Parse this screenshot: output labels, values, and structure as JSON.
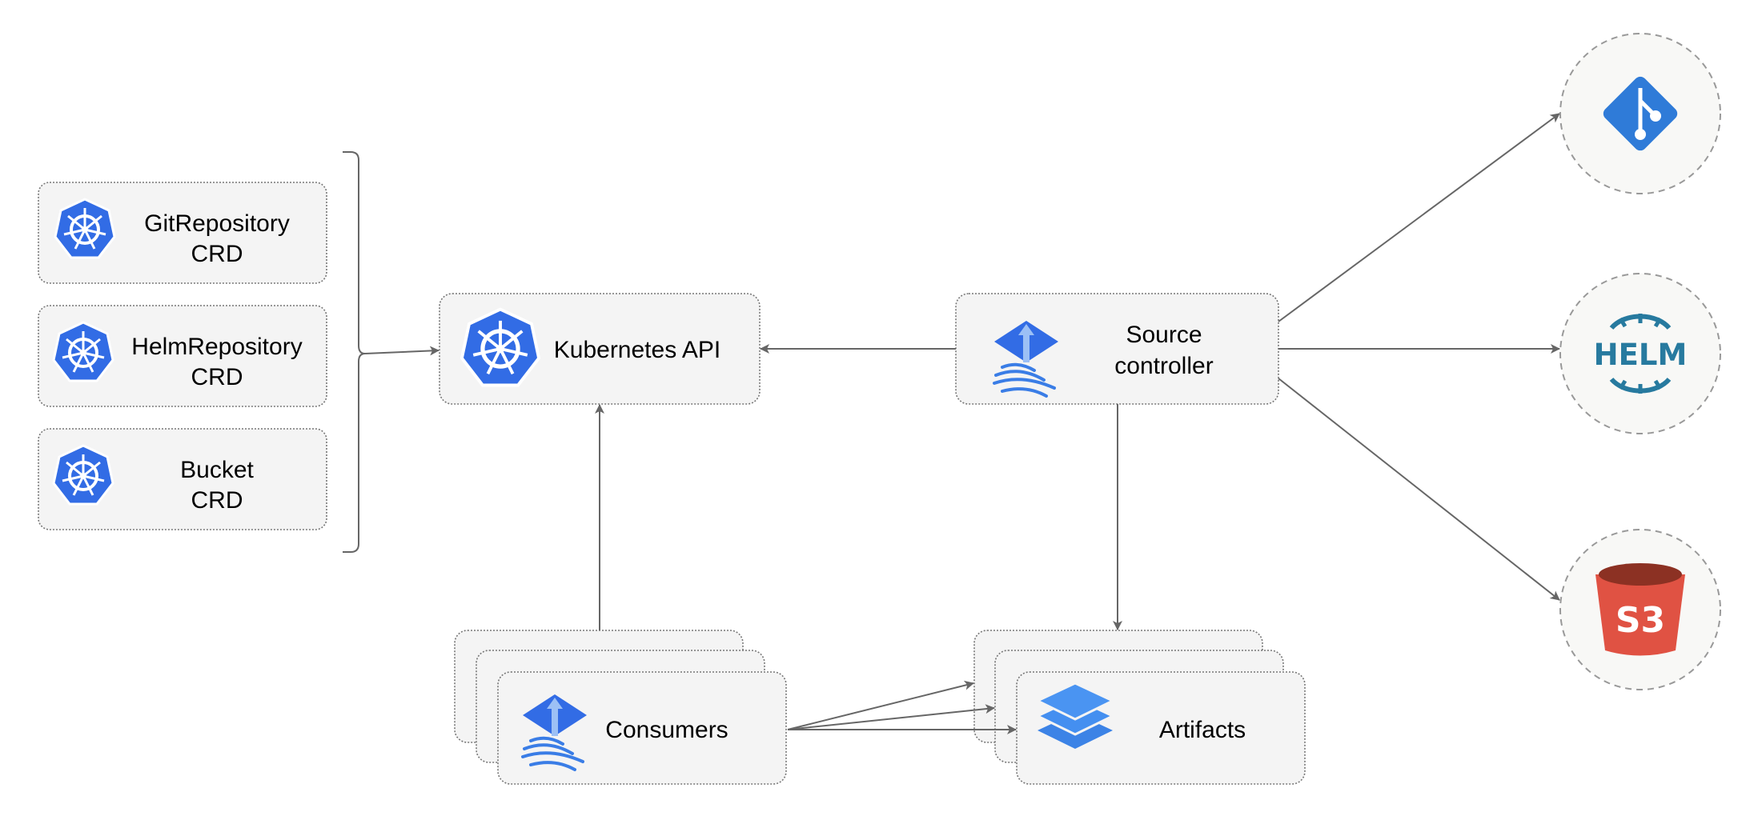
{
  "crds": [
    {
      "line1": "GitRepository",
      "line2": "CRD"
    },
    {
      "line1": "HelmRepository",
      "line2": "CRD"
    },
    {
      "line1": "Bucket",
      "line2": "CRD"
    }
  ],
  "kubernetes_api": {
    "label": "Kubernetes API",
    "icon": "kubernetes-icon"
  },
  "source_controller": {
    "line1": "Source",
    "line2": "controller",
    "icon": "flux-icon"
  },
  "consumers": {
    "label": "Consumers",
    "icon": "flux-icon"
  },
  "artifacts": {
    "label": "Artifacts",
    "icon": "layers-icon"
  },
  "sources": [
    {
      "name": "git",
      "icon": "git-icon",
      "color": "#2f7bd8"
    },
    {
      "name": "helm",
      "icon": "helm-icon",
      "logo_text": "HELM",
      "color": "#277a9f"
    },
    {
      "name": "s3",
      "icon": "s3-bucket-icon",
      "logo_text": "S3",
      "color": "#e05243"
    }
  ],
  "colors": {
    "kubernetes_blue": "#326ce5",
    "box_fill": "#f4f4f4",
    "edge": "#666666"
  }
}
